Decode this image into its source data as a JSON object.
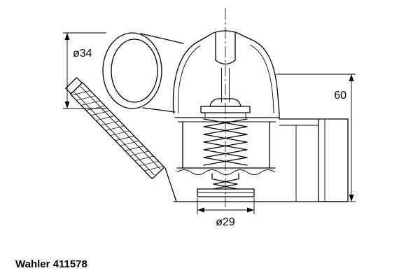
{
  "drawing": {
    "caption": "Wahler 411578",
    "type_note": "thermostat cross-section technical drawing"
  },
  "dimensions": {
    "inlet_diameter_label": "ø34",
    "height_label": "60",
    "valve_diameter_label": "ø29"
  },
  "colors": {
    "line": "#000000",
    "background": "#ffffff"
  }
}
